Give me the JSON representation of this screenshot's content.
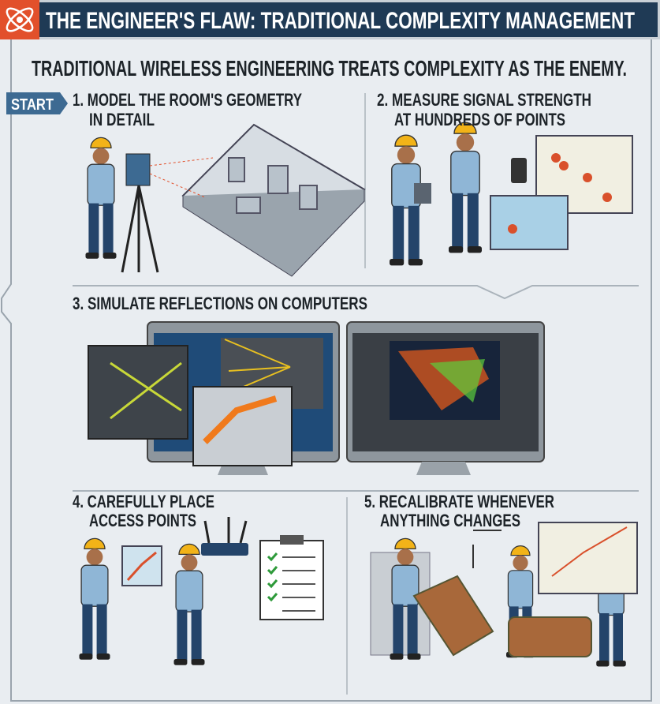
{
  "header": {
    "title": "THE ENGINEER'S FLAW: TRADITIONAL COMPLEXITY MANAGEMENT",
    "logo_icon": "atom-icon"
  },
  "subtitle": "TRADITIONAL WIRELESS ENGINEERING TREATS COMPLEXITY AS THE ENEMY.",
  "start_label": "START",
  "steps": [
    {
      "line1": "1. MODEL THE ROOM'S GEOMETRY",
      "line2": "IN DETAIL"
    },
    {
      "line1": "2. MEASURE SIGNAL STRENGTH",
      "line2": "AT HUNDREDS OF POINTS"
    },
    {
      "line1": "3. SIMULATE REFLECTIONS ON COMPUTERS"
    },
    {
      "line1": "4. CAREFULLY PLACE",
      "line2": "ACCESS POINTS"
    },
    {
      "line1": "5. RECALIBRATE WHENEVER",
      "line2": "ANYTHING CHANGES"
    }
  ],
  "colors": {
    "navy": "#1f3a55",
    "accent": "#e2502b",
    "start": "#3d6a92",
    "helmet": "#f2b318",
    "shirt": "#8fb6d6",
    "pants": "#24446a"
  }
}
